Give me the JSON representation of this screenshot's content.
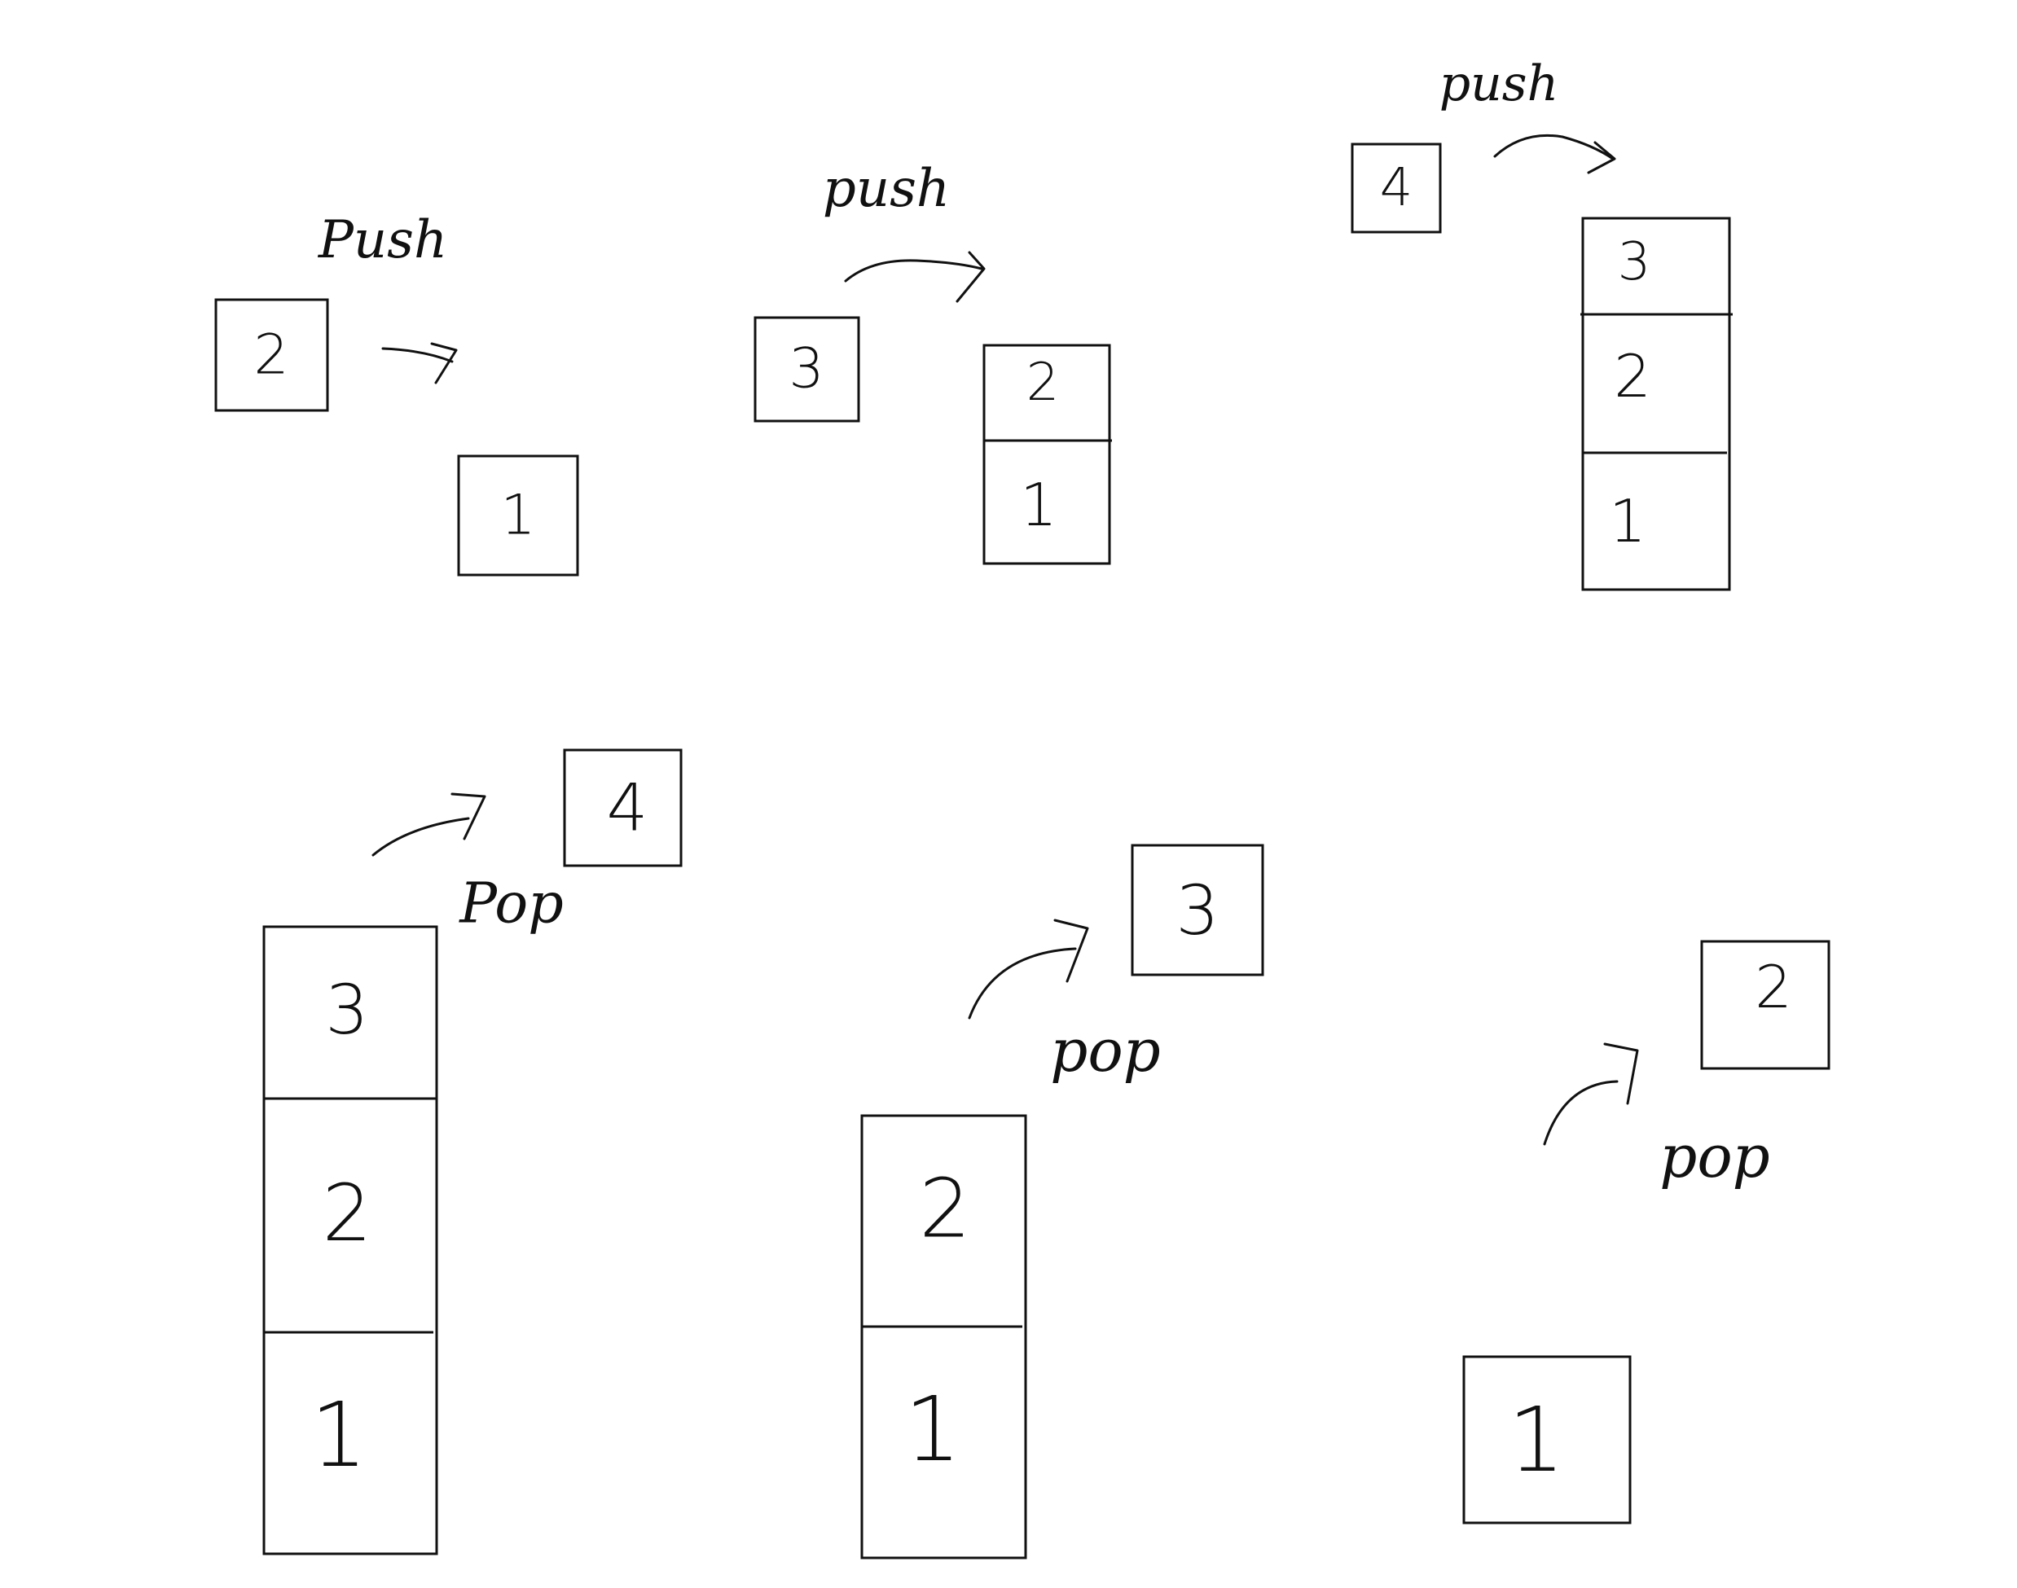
{
  "diagram": {
    "push_step_1": {
      "operation": "Push",
      "incoming": "2",
      "stack": [
        "1"
      ]
    },
    "push_step_2": {
      "operation": "push",
      "incoming": "3",
      "stack": [
        "2",
        "1"
      ]
    },
    "push_step_3": {
      "operation": "push",
      "incoming": "4",
      "stack": [
        "3",
        "2",
        "1"
      ]
    },
    "pop_step_1": {
      "operation": "Pop",
      "outgoing": "4",
      "stack": [
        "3",
        "2",
        "1"
      ]
    },
    "pop_step_2": {
      "operation": "pop",
      "outgoing": "3",
      "stack": [
        "2",
        "1"
      ]
    },
    "pop_step_3": {
      "operation": "pop",
      "outgoing": "2",
      "stack": [
        "1"
      ]
    }
  }
}
